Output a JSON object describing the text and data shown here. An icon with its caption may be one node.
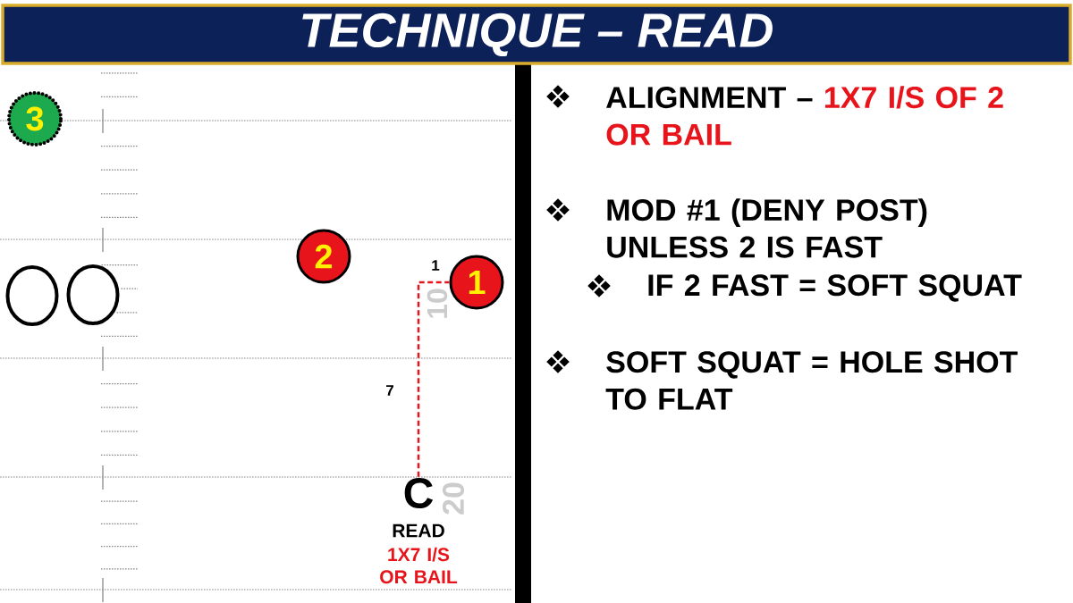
{
  "diagram": {
    "title": "TECHNIQUE – READ",
    "nodes": [
      {
        "text": [
          "3"
        ]
      },
      {
        "text": [
          "2"
        ]
      },
      {
        "text": [
          "1"
        ]
      },
      {
        "text": [],
        "shape": "circle"
      },
      {
        "text": [],
        "shape": "circle"
      },
      {
        "text": [
          "C"
        ],
        "beside": [
          "READ",
          "1X7 I/S OR BAIL"
        ]
      }
    ],
    "edges": [
      {
        "from": 5,
        "to": 2,
        "arrow": "none",
        "style": "dashed",
        "color": "#e8141b"
      }
    ],
    "labels": [
      "10",
      "1",
      "7",
      "20",
      "ALIGNMENT –",
      "1X7 I/S OF 2 OR BAIL",
      "MOD #1 (DENY POST) UNLESS 2 IS FAST",
      "IF 2 FAST = SOFT SQUAT",
      "SOFT SQUAT = HOLE SHOT TO FLAT"
    ]
  }
}
